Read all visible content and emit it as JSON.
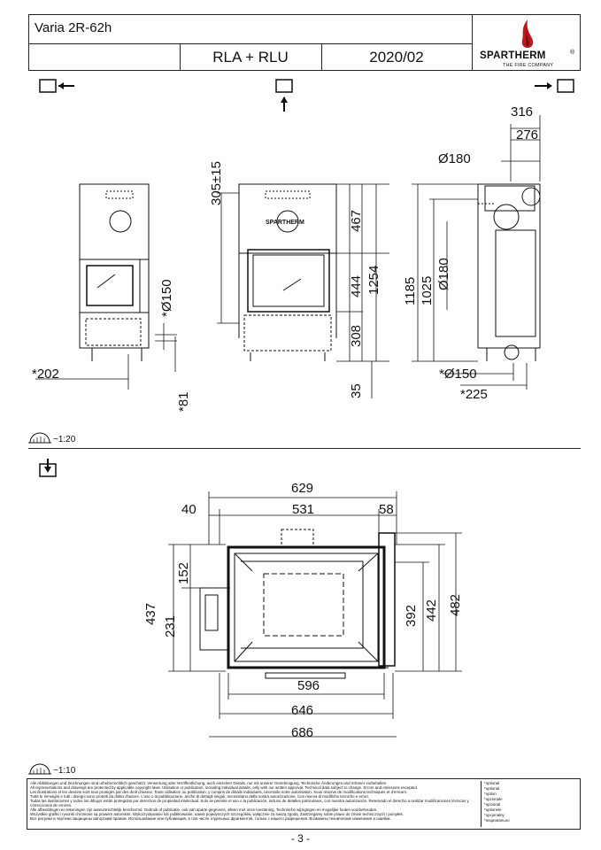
{
  "header": {
    "title": "Varia 2R-62h",
    "variant": "RLA + RLU",
    "date": "2020/02",
    "brand": "SPARTHERM",
    "brand_sub": "THE FIRE COMPANY"
  },
  "upper_dims": {
    "d316": "316",
    "d276": "276",
    "d180a": "Ø180",
    "d305": "305±15",
    "d467": "467",
    "d1254": "1254",
    "d444": "444",
    "d308": "308",
    "d35": "35",
    "d1185": "1185",
    "d1025": "1025",
    "d180b": "Ø180",
    "d150a": "*Ø150",
    "d202": "*202",
    "d81": "*81",
    "d150b": "*Ø150",
    "d225": "*225"
  },
  "scale_upper": "~1:20",
  "lower_dims": {
    "d629": "629",
    "d40": "40",
    "d531": "531",
    "d58": "58",
    "d152": "152",
    "d437": "437",
    "d231": "231",
    "d392": "392",
    "d442": "442",
    "d482": "482",
    "d596": "596",
    "d646": "646",
    "d686": "686"
  },
  "scale_lower": "~1:10",
  "disclaimer": {
    "lines": [
      "Alle Abbildungen und Zeichnungen sind urheberrechtlich geschützt. Verwertung oder Veröffentlichung, auch einzelner Details, nur mit unserer Genehmigung. Technische Änderungen und Irrtümer vorbehalten.",
      "All representations and drawings are protected by applicable copyright laws. Utilisation or publication, including individual details, only with our written approval. Technical data subject to change. Errors and omissions excepted.",
      "Les illustrations et les dessins sont tous protégés par des droit d'auteur. Toute utilisation ou publication, y compris de détails individuels, nécessite notre autorisation. Sous réserve de modifications techniques et d'erreurs.",
      "Tutte le immagini e tutti i disegni sono protetti da diritto d'autore. L'uso o la pubblicazione, anche di dettagli singoli, necessitano della nostra autorizzazione. Con riserva di modifiche tecniche e errori.",
      "Todas las ilustraciones y todos los dibujos están protegidos por derechos de propiedad intelectual. Solo se permite el uso o la publicación, incluso de detalles particulares, con nuestra autorización. Reservado el derecho a realizar modificaciones técnicas y correcciones de errores.",
      "Alle afbeeldingen en tekeningen zijn auteursrechtelijk beschermd. Gebruik of publicatie, ook van aparte gegevens, alleen met onze toestaning. Technische wijzigingen en mogelijke fouten voorbehouden.",
      "Wszystkie grafiki i rysunki chronione są prawem autorskim. Wykorzystywanie lub publikowanie, nawet pojedynczych szczegółów, wyłącznie za naszą zgodą. Zastrzegamy sobie prawo do zmian technicznych i pomyłek.",
      "Все рисунки и чертежи защищены авторским правом. Использование или публикация, в том числе отдельных фрагментов, только с нашего разрешения. Возможны технические изменения и ошибки."
    ],
    "notes": [
      "*optional",
      "*optional",
      "*option",
      "*opzionale",
      "*opcional",
      "*optionele",
      "*opcjonalny",
      "*опционально"
    ]
  },
  "page_number": "- 3 -"
}
